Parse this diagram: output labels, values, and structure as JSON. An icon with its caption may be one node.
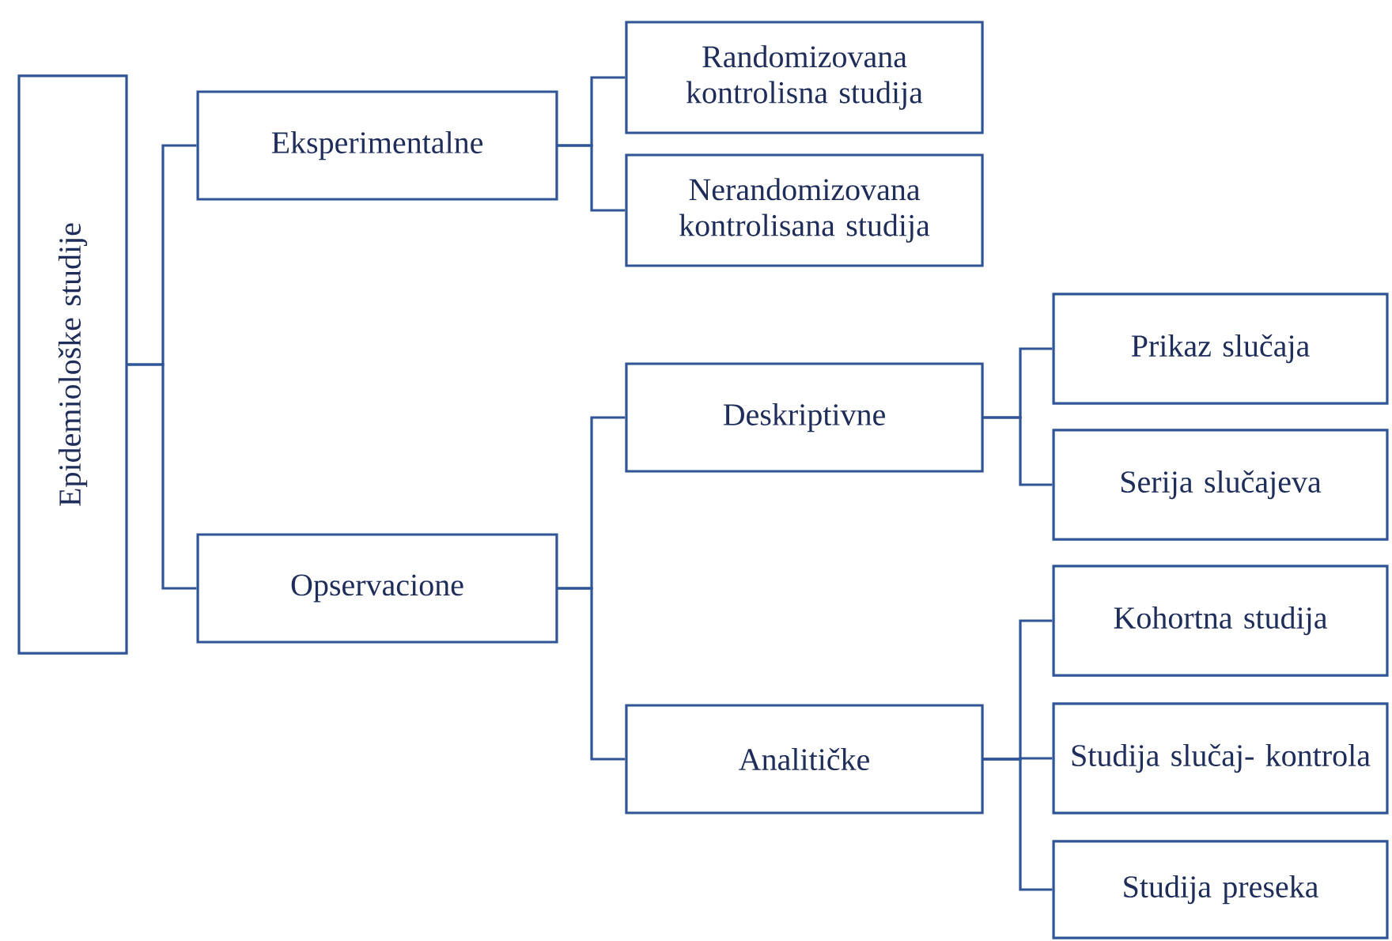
{
  "diagram": {
    "nodes": [
      {
        "text": [
          "Epidemiološke studije"
        ]
      },
      {
        "text": [
          "Eksperimentalne"
        ]
      },
      {
        "text": [
          "Opservacione"
        ]
      },
      {
        "text": [
          "Randomizovana kontrolisna studija"
        ]
      },
      {
        "text": [
          "Nerandomizovana kontrolisana studija"
        ]
      },
      {
        "text": [
          "Deskriptivne"
        ]
      },
      {
        "text": [
          "Analitičke"
        ]
      },
      {
        "text": [
          "Prikaz slučaja"
        ]
      },
      {
        "text": [
          "Serija slučajeva"
        ]
      },
      {
        "text": [
          "Kohortna studija"
        ]
      },
      {
        "text": [
          "Studija slučaj- kontrola"
        ]
      },
      {
        "text": [
          "Studija preseka"
        ]
      }
    ],
    "edges": [
      {
        "from": 0,
        "to": 1,
        "arrow": "none"
      },
      {
        "from": 0,
        "to": 2,
        "arrow": "none"
      },
      {
        "from": 1,
        "to": 3,
        "arrow": "none"
      },
      {
        "from": 1,
        "to": 4,
        "arrow": "none"
      },
      {
        "from": 2,
        "to": 5,
        "arrow": "none"
      },
      {
        "from": 2,
        "to": 6,
        "arrow": "none"
      },
      {
        "from": 5,
        "to": 7,
        "arrow": "none"
      },
      {
        "from": 5,
        "to": 8,
        "arrow": "none"
      },
      {
        "from": 6,
        "to": 9,
        "arrow": "none"
      },
      {
        "from": 6,
        "to": 10,
        "arrow": "none"
      },
      {
        "from": 6,
        "to": 11,
        "arrow": "none"
      }
    ]
  }
}
